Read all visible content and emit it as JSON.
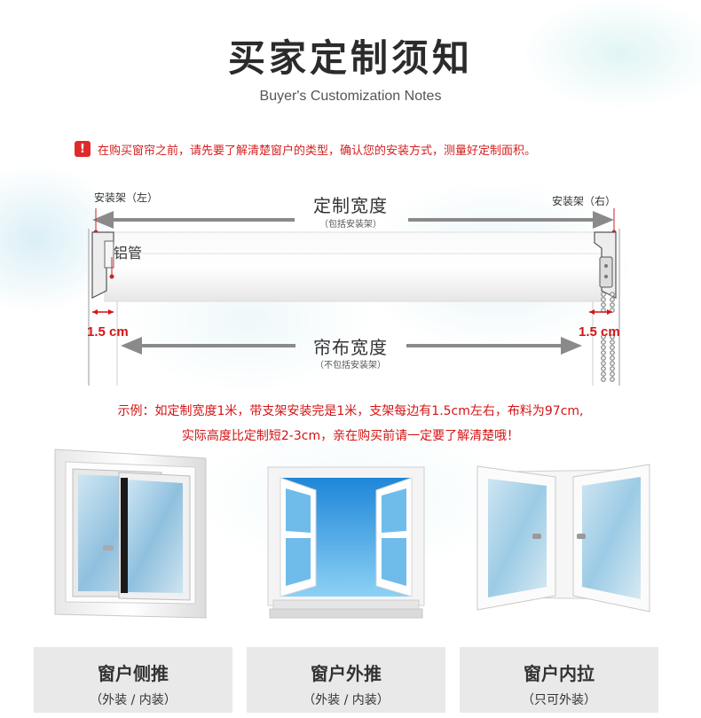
{
  "header": {
    "title": "买家定制须知",
    "subtitle": "Buyer's Customization Notes"
  },
  "notice": {
    "icon": "exclamation-icon",
    "text": "在购买窗帘之前，请先要了解清楚窗户的类型，确认您的安装方式，测量好定制面积。"
  },
  "diagram": {
    "bracket_left": "安装架（左）",
    "bracket_right": "安装架（右）",
    "custom_width": "定制宽度",
    "custom_width_note": "（包括安装架）",
    "aluminum_tube": "铝管",
    "measure_left": "1.5 cm",
    "measure_right": "1.5 cm",
    "fabric_width": "帘布宽度",
    "fabric_width_note": "（不包括安装架）"
  },
  "example": {
    "line1": "示例：如定制宽度1米，带支架安装完是1米，支架每边有1.5cm左右，布料为97cm,",
    "line2": "实际高度比定制短2-3cm，亲在购买前请一定要了解清楚哦！"
  },
  "windows": [
    {
      "name": "窗户侧推",
      "note": "（外装 / 内装）"
    },
    {
      "name": "窗户外推",
      "note": "（外装 / 内装）"
    },
    {
      "name": "窗户内拉",
      "note": "（只可外装）"
    }
  ],
  "colors": {
    "accent_red": "#d41414",
    "glass_blue": "#2aa0e0",
    "frame_white": "#f4f4f4",
    "label_bg": "#e9e9e9"
  }
}
